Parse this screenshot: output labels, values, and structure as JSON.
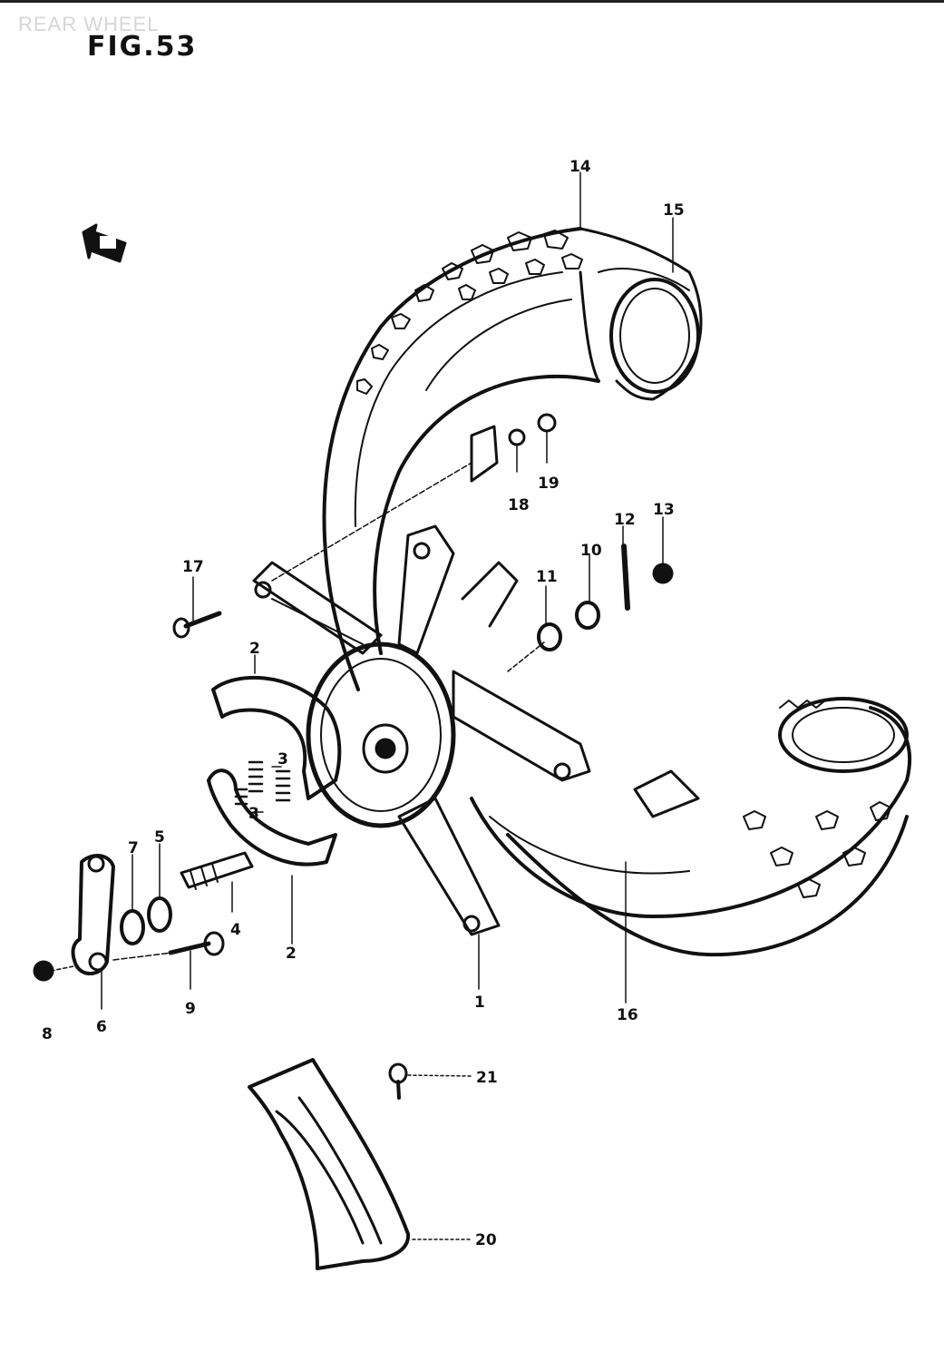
{
  "watermark": "REAR WHEEL",
  "figure_title": "FIG.53",
  "callouts": [
    {
      "id": "c1",
      "label": "1"
    },
    {
      "id": "c2a",
      "label": "2"
    },
    {
      "id": "c2b",
      "label": "2"
    },
    {
      "id": "c3a",
      "label": "3"
    },
    {
      "id": "c3b",
      "label": "3"
    },
    {
      "id": "c4",
      "label": "4"
    },
    {
      "id": "c5",
      "label": "5"
    },
    {
      "id": "c6",
      "label": "6"
    },
    {
      "id": "c7",
      "label": "7"
    },
    {
      "id": "c8",
      "label": "8"
    },
    {
      "id": "c9",
      "label": "9"
    },
    {
      "id": "c10",
      "label": "10"
    },
    {
      "id": "c11",
      "label": "11"
    },
    {
      "id": "c12",
      "label": "12"
    },
    {
      "id": "c13",
      "label": "13"
    },
    {
      "id": "c14",
      "label": "14"
    },
    {
      "id": "c15",
      "label": "15"
    },
    {
      "id": "c16",
      "label": "16"
    },
    {
      "id": "c17",
      "label": "17"
    },
    {
      "id": "c18",
      "label": "18"
    },
    {
      "id": "c19",
      "label": "19"
    },
    {
      "id": "c20",
      "label": "20"
    },
    {
      "id": "c21",
      "label": "21"
    }
  ],
  "icons": {
    "direction_arrow": "front-direction-arrow-icon"
  }
}
